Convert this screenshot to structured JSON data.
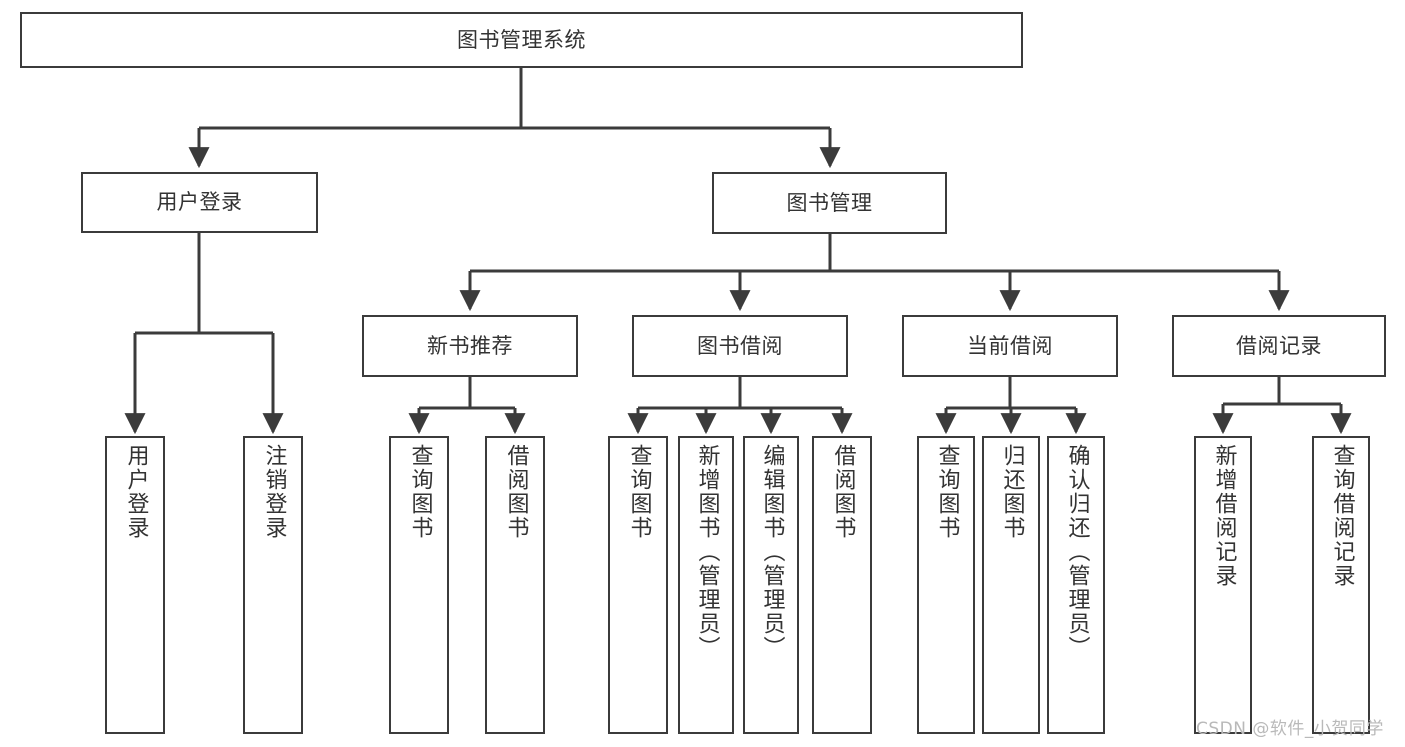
{
  "diagram": {
    "type": "tree",
    "title": "图书管理系统",
    "root": {
      "label": "图书管理系统"
    },
    "level2": [
      {
        "label": "用户登录"
      },
      {
        "label": "图书管理"
      }
    ],
    "level3": [
      {
        "label": "新书推荐"
      },
      {
        "label": "图书借阅"
      },
      {
        "label": "当前借阅"
      },
      {
        "label": "借阅记录"
      }
    ],
    "leaves": {
      "user_login": [
        {
          "label": "用户登录"
        },
        {
          "label": "注销登录"
        }
      ],
      "new_book_recommend": [
        {
          "label": "查询图书"
        },
        {
          "label": "借阅图书"
        }
      ],
      "book_borrow": [
        {
          "label": "查询图书"
        },
        {
          "label": "新增图书（管理员）"
        },
        {
          "label": "编辑图书（管理员）"
        },
        {
          "label": "借阅图书"
        }
      ],
      "current_borrow": [
        {
          "label": "查询图书"
        },
        {
          "label": "归还图书"
        },
        {
          "label": "确认归还（管理员）"
        }
      ],
      "borrow_record": [
        {
          "label": "新增借阅记录"
        },
        {
          "label": "查询借阅记录"
        }
      ]
    }
  },
  "watermark": {
    "text": "CSDN @软件_小贺同学"
  },
  "colors": {
    "border": "#3b3b3b",
    "text": "#333333",
    "background": "#ffffff",
    "watermark": "#b9b9b9"
  }
}
